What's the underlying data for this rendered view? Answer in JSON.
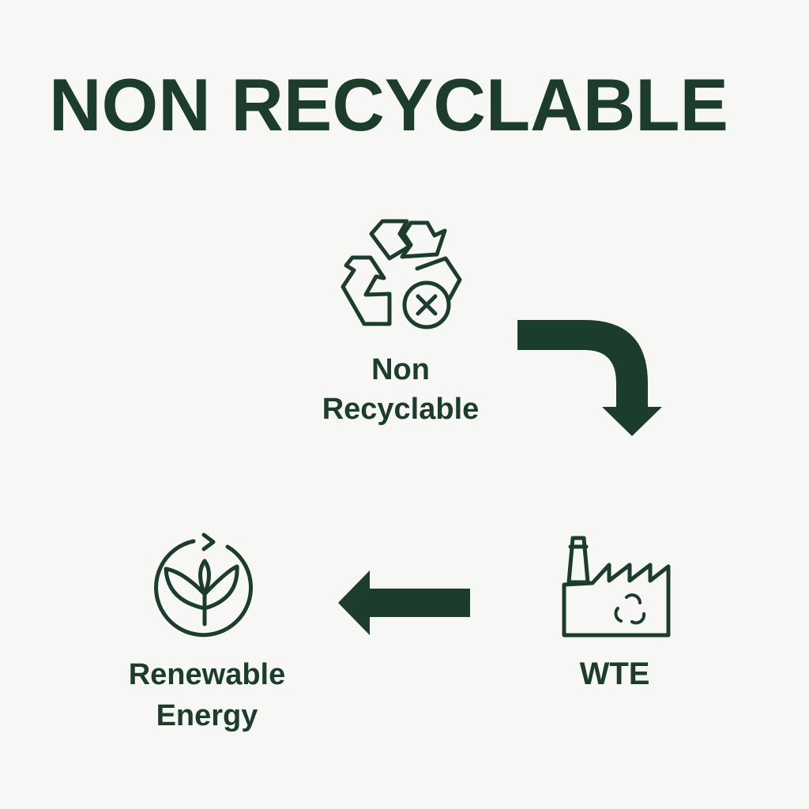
{
  "title": "NON RECYCLABLE",
  "colors": {
    "primary": "#1c3d2c",
    "background": "#f7f7f6"
  },
  "nodes": [
    {
      "id": "non-recyclable",
      "icon": "recycle-crossed-icon",
      "label_lines": [
        "Non",
        "Recyclable"
      ]
    },
    {
      "id": "wte",
      "icon": "factory-icon",
      "label_lines": [
        "WTE"
      ]
    },
    {
      "id": "renewable-energy",
      "icon": "leaf-cycle-icon",
      "label_lines": [
        "Renewable",
        "Energy"
      ]
    }
  ]
}
